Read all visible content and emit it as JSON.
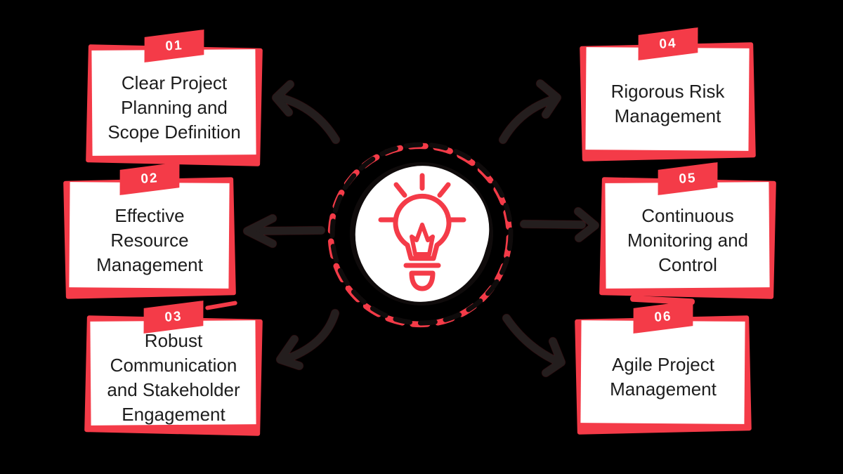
{
  "colors": {
    "background": "#000000",
    "accent_red": "#f43b48",
    "card_white": "#ffffff",
    "text_dark": "#1d1d1d",
    "number_white": "#ffffff",
    "arrow_dark": "#241e1e"
  },
  "center": {
    "icon": "lightbulb-icon"
  },
  "cards": [
    {
      "number": "01",
      "title": "Clear Project Planning and Scope Definition",
      "lines": [
        "Clear Project",
        "Planning and",
        "Scope Definition"
      ]
    },
    {
      "number": "02",
      "title": "Effective Resource Management",
      "lines": [
        "Effective",
        "Resource",
        "Management"
      ]
    },
    {
      "number": "03",
      "title": "Robust Communication and Stakeholder Engagement",
      "lines": [
        "Robust",
        "Communication",
        "and Stakeholder",
        "Engagement"
      ]
    },
    {
      "number": "04",
      "title": "Rigorous Risk Management",
      "lines": [
        "Rigorous Risk",
        "Management"
      ]
    },
    {
      "number": "05",
      "title": "Continuous Monitoring and Control",
      "lines": [
        "Continuous",
        "Monitoring and",
        "Control"
      ]
    },
    {
      "number": "06",
      "title": "Agile Project Management",
      "lines": [
        "Agile Project",
        "Management"
      ]
    }
  ]
}
